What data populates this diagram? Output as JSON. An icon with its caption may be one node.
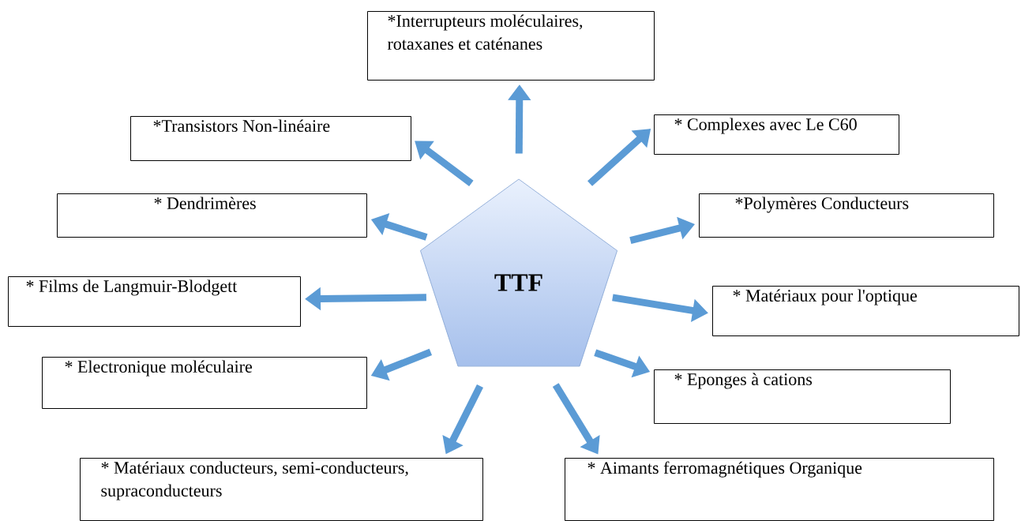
{
  "diagram": {
    "nodes": [
      {
        "text": [
          "TTF"
        ]
      },
      {
        "text": [
          "*Interrupteurs moléculaires, rotaxanes et caténanes"
        ]
      },
      {
        "text": [
          "*Transistors Non-linéaire"
        ]
      },
      {
        "text": [
          "* Complexes avec Le C60"
        ]
      },
      {
        "text": [
          "* Dendrimères"
        ]
      },
      {
        "text": [
          "*Polymères Conducteurs"
        ]
      },
      {
        "text": [
          "* Films de Langmuir-Blodgett"
        ]
      },
      {
        "text": [
          "* Matériaux pour l'optique"
        ]
      },
      {
        "text": [
          "* Electronique moléculaire"
        ]
      },
      {
        "text": [
          "* Eponges à cations"
        ]
      },
      {
        "text": [
          "* Matériaux conducteurs, semi-conducteurs, supraconducteurs"
        ]
      },
      {
        "text": [
          "* Aimants ferromagnétiques Organique"
        ]
      }
    ],
    "edges": [
      {
        "from": 0,
        "to": 1,
        "arrow": "to"
      },
      {
        "from": 0,
        "to": 2,
        "arrow": "to"
      },
      {
        "from": 0,
        "to": 3,
        "arrow": "to"
      },
      {
        "from": 0,
        "to": 4,
        "arrow": "to"
      },
      {
        "from": 0,
        "to": 5,
        "arrow": "to"
      },
      {
        "from": 0,
        "to": 6,
        "arrow": "to"
      },
      {
        "from": 0,
        "to": 7,
        "arrow": "to"
      },
      {
        "from": 0,
        "to": 8,
        "arrow": "to"
      },
      {
        "from": 0,
        "to": 9,
        "arrow": "to"
      },
      {
        "from": 0,
        "to": 10,
        "arrow": "to"
      },
      {
        "from": 0,
        "to": 11,
        "arrow": "to"
      }
    ]
  }
}
